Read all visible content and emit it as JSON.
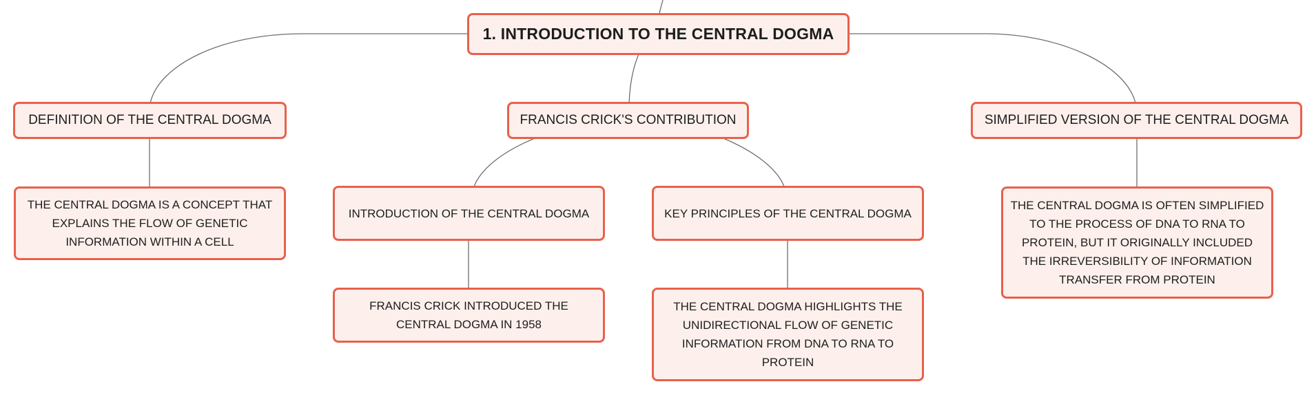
{
  "diagram": {
    "root": {
      "label": "1. INTRODUCTION TO THE CENTRAL DOGMA"
    },
    "branches": {
      "definition": {
        "label": "DEFINITION OF THE CENTRAL DOGMA",
        "detail": "THE CENTRAL DOGMA IS A CONCEPT THAT EXPLAINS THE FLOW OF GENETIC INFORMATION WITHIN A CELL"
      },
      "crick": {
        "label": "FRANCIS CRICK'S CONTRIBUTION",
        "introduction": {
          "label": "INTRODUCTION OF THE CENTRAL DOGMA",
          "detail": "FRANCIS CRICK INTRODUCED THE CENTRAL DOGMA IN 1958"
        },
        "principles": {
          "label": "KEY PRINCIPLES OF THE CENTRAL DOGMA",
          "detail": "THE CENTRAL DOGMA HIGHLIGHTS THE UNIDIRECTIONAL FLOW OF GENETIC INFORMATION FROM DNA TO RNA TO PROTEIN"
        }
      },
      "simplified": {
        "label": "SIMPLIFIED VERSION OF THE CENTRAL DOGMA",
        "detail": "THE CENTRAL DOGMA IS OFTEN SIMPLIFIED TO THE PROCESS OF DNA TO RNA TO PROTEIN, BUT IT ORIGINALLY INCLUDED THE IRREVERSIBILITY OF INFORMATION TRANSFER FROM PROTEIN"
      }
    },
    "colors": {
      "node_border": "#e8604c",
      "node_fill": "#fdf0ec",
      "connector": "#6e6e6e",
      "text": "#1d1d1d"
    }
  }
}
